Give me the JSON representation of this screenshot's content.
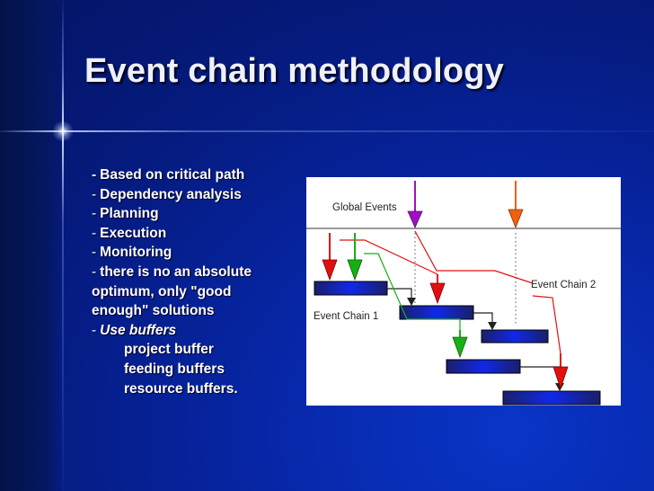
{
  "slide": {
    "title": "Event chain methodology",
    "bullets": [
      {
        "dash": "-",
        "text": "Based on critical path"
      },
      {
        "dash": "-",
        "text": "Dependency analysis"
      },
      {
        "dash": "-",
        "text": "Planning"
      },
      {
        "dash": "-",
        "text": "Execution"
      },
      {
        "dash": "-",
        "text": "Monitoring"
      },
      {
        "dash": "-",
        "text": "there is no an absolute"
      }
    ],
    "continuation_lines": [
      "optimum, only \"good",
      "enough\" solutions"
    ],
    "buffers_bullet": {
      "dash": "-",
      "text": "Use buffers"
    },
    "buffer_items": [
      "project buffer",
      "feeding buffers",
      "resource buffers."
    ]
  },
  "diagram": {
    "labels": {
      "global_events": "Global Events",
      "event_chain_1": "Event Chain 1",
      "event_chain_2": "Event Chain 2"
    },
    "colors": {
      "red": "#e01010",
      "green": "#15b015",
      "purple": "#a010c0",
      "orange": "#f06010",
      "task_bar": "#0a18d0",
      "line": "#222222"
    }
  }
}
